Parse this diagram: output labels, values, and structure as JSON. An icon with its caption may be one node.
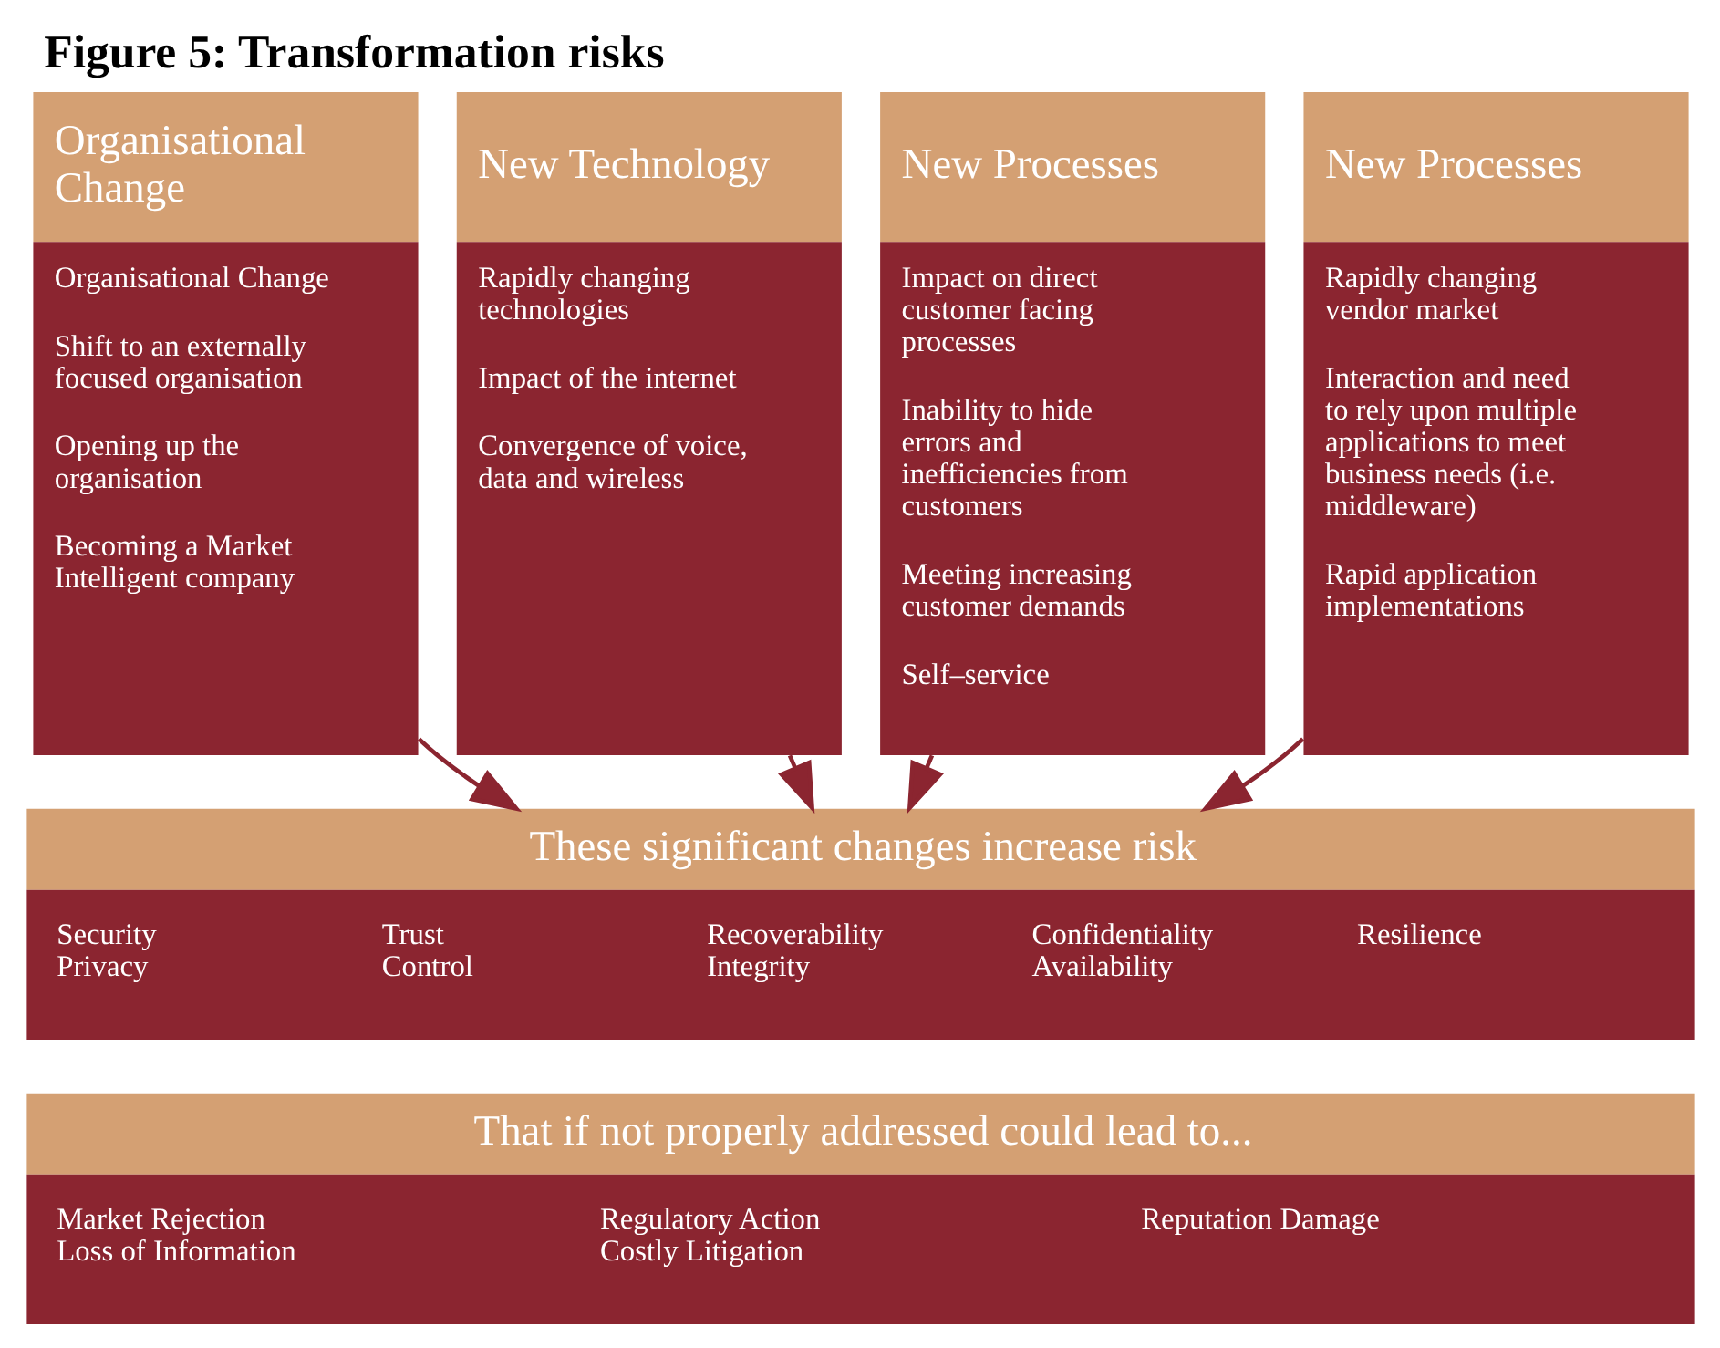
{
  "diagram": {
    "title": "Figure 5: Transformation risks",
    "nodes": [
      {
        "text": [
          "Organisational Change",
          "Organisational Change",
          "Shift to an externally focused organisation",
          "Opening up the organisation",
          "Becoming a Market Intelligent company"
        ]
      },
      {
        "text": [
          "New Technology",
          "Rapidly changing technologies",
          "Impact of the internet",
          "Convergence of voice, data and wireless"
        ]
      },
      {
        "text": [
          "New Processes",
          "Impact on direct customer facing processes",
          "Inability to hide errors and inefficiencies from customers",
          "Meeting increasing customer demands",
          "Self–service"
        ]
      },
      {
        "text": [
          "New Processes",
          "Rapidly changing vendor market",
          "Interaction and need to rely upon multiple applications to meet business needs (i.e. middleware)",
          "Rapid application implementations"
        ]
      },
      {
        "text": [
          "These significant changes increase risk",
          "Security",
          "Privacy",
          "Trust",
          "Control",
          "Recoverability",
          "Integrity",
          "Confidentiality",
          "Availability",
          "Resilience"
        ]
      },
      {
        "text": [
          "That if not properly addressed could lead to...",
          "Market Rejection",
          "Loss of Information",
          "Regulatory Action",
          "Costly Litigation",
          "Reputation Damage"
        ]
      }
    ],
    "edges": [
      {
        "from": 0,
        "to": 4,
        "arrow": "to"
      },
      {
        "from": 1,
        "to": 4,
        "arrow": "to"
      },
      {
        "from": 2,
        "to": 4,
        "arrow": "to"
      },
      {
        "from": 3,
        "to": 4,
        "arrow": "to"
      }
    ]
  }
}
